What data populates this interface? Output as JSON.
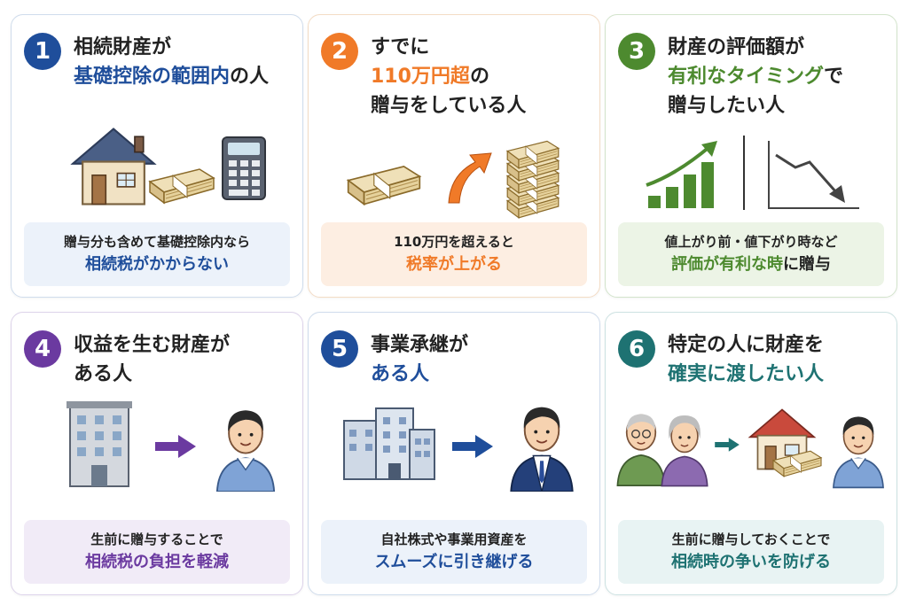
{
  "colors": {
    "blue": "#1f4e9b",
    "orange": "#f07a28",
    "green": "#4d8a2f",
    "purple": "#6b3aa0",
    "navy": "#1f4e9b",
    "teal": "#1e7272"
  },
  "cards": [
    {
      "number": "1",
      "title_line1": "相続財産が",
      "title_line2_accent": "基礎控除の範囲内",
      "title_line2_rest": "の人",
      "illustration": [
        "house-icon",
        "cash-bundle-icon",
        "calculator-icon"
      ],
      "caption_line1": "贈与分も含めて基礎控除内なら",
      "caption_line2": "相続税がかからない"
    },
    {
      "number": "2",
      "title_line1": "すでに",
      "title_line2_accent": "110万円超",
      "title_line2_rest": "の",
      "title_line3": "贈与をしている人",
      "illustration": [
        "cash-bundle-icon",
        "up-arrow-icon",
        "cash-stack-icon"
      ],
      "caption_line1": "110万円を超えると",
      "caption_line2": "税率が上がる"
    },
    {
      "number": "3",
      "title_line1": "財産の評価額が",
      "title_line2_accent": "有利なタイミング",
      "title_line2_rest": "で",
      "title_line3": "贈与したい人",
      "illustration": [
        "rising-bar-chart-icon",
        "falling-line-chart-icon"
      ],
      "caption_line1": "値上がり前・値下がり時など",
      "caption_line2_accent": "評価が有利な時",
      "caption_line2_rest": "に贈与"
    },
    {
      "number": "4",
      "title_line1": "収益を生む財産が",
      "title_line2_rest": "ある人",
      "illustration": [
        "apartment-building-icon",
        "right-arrow-icon",
        "person-icon"
      ],
      "caption_line1": "生前に贈与することで",
      "caption_line2": "相続税の負担を軽減"
    },
    {
      "number": "5",
      "title_line1": "事業承継が",
      "title_line2_accent": "ある人",
      "illustration": [
        "office-building-icon",
        "right-arrow-icon",
        "businessman-icon"
      ],
      "caption_line1": "自社株式や事業用資産を",
      "caption_line2": "スムーズに引き継げる"
    },
    {
      "number": "6",
      "title_line1": "特定の人に財産を",
      "title_line2_accent": "確実に渡したい人",
      "illustration": [
        "elderly-couple-icon",
        "right-arrow-icon",
        "house-icon",
        "cash-bundle-icon",
        "person-icon"
      ],
      "caption_line1": "生前に贈与しておくことで",
      "caption_line2": "相続時の争いを防げる"
    }
  ]
}
